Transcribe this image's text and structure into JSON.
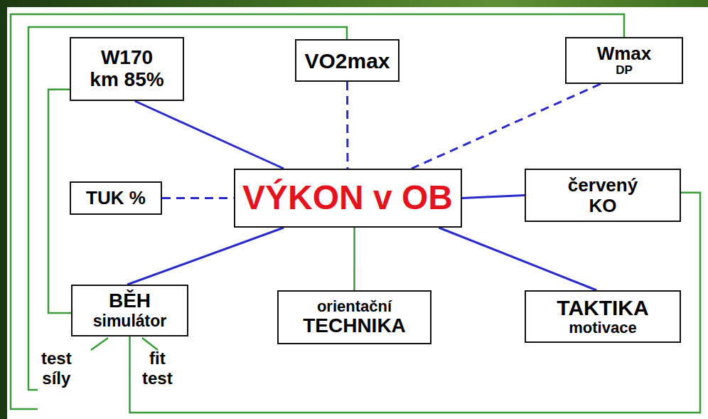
{
  "diagram": {
    "nodes": [
      {
        "text": [
          "W170",
          "km 85%"
        ]
      },
      {
        "text": [
          "VO2max"
        ]
      },
      {
        "text": [
          "Wmax",
          "DP"
        ]
      },
      {
        "text": [
          "TUK %"
        ]
      },
      {
        "text": [
          "VÝKON v OB"
        ]
      },
      {
        "text": [
          "červený",
          "KO"
        ]
      },
      {
        "text": [
          "BĚH",
          "simulátor"
        ]
      },
      {
        "text": [
          "orientační",
          "TECHNIKA"
        ]
      },
      {
        "text": [
          "TAKTIKA",
          "motivace"
        ]
      }
    ],
    "edges": [
      {
        "from": 0,
        "to": 4,
        "arrow": "none"
      },
      {
        "from": 1,
        "to": 4,
        "arrow": "none"
      },
      {
        "from": 2,
        "to": 4,
        "arrow": "none"
      },
      {
        "from": 3,
        "to": 4,
        "arrow": "none"
      },
      {
        "from": 4,
        "to": 5,
        "arrow": "none"
      },
      {
        "from": 4,
        "to": 6,
        "arrow": "none"
      },
      {
        "from": 4,
        "to": 7,
        "arrow": "none"
      },
      {
        "from": 4,
        "to": 8,
        "arrow": "none"
      },
      {
        "from": 0,
        "to": 6,
        "arrow": "none"
      },
      {
        "from": 5,
        "to": 6,
        "arrow": "none"
      }
    ],
    "labels": [
      "test síly",
      "fit test"
    ]
  }
}
